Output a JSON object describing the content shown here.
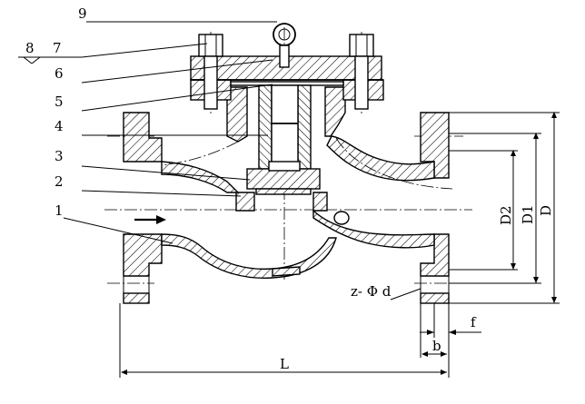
{
  "parts": [
    {
      "num": "1"
    },
    {
      "num": "2"
    },
    {
      "num": "3"
    },
    {
      "num": "4"
    },
    {
      "num": "5"
    },
    {
      "num": "6"
    },
    {
      "num": "7"
    },
    {
      "num": "8"
    },
    {
      "num": "9"
    }
  ],
  "dimensions": {
    "D2": "D2",
    "D1": "D1",
    "D": "D",
    "L": "L",
    "b": "b",
    "f": "f",
    "bolt_holes": "z- Φ d"
  },
  "colors": {
    "line": "#000000",
    "background": "#ffffff"
  }
}
